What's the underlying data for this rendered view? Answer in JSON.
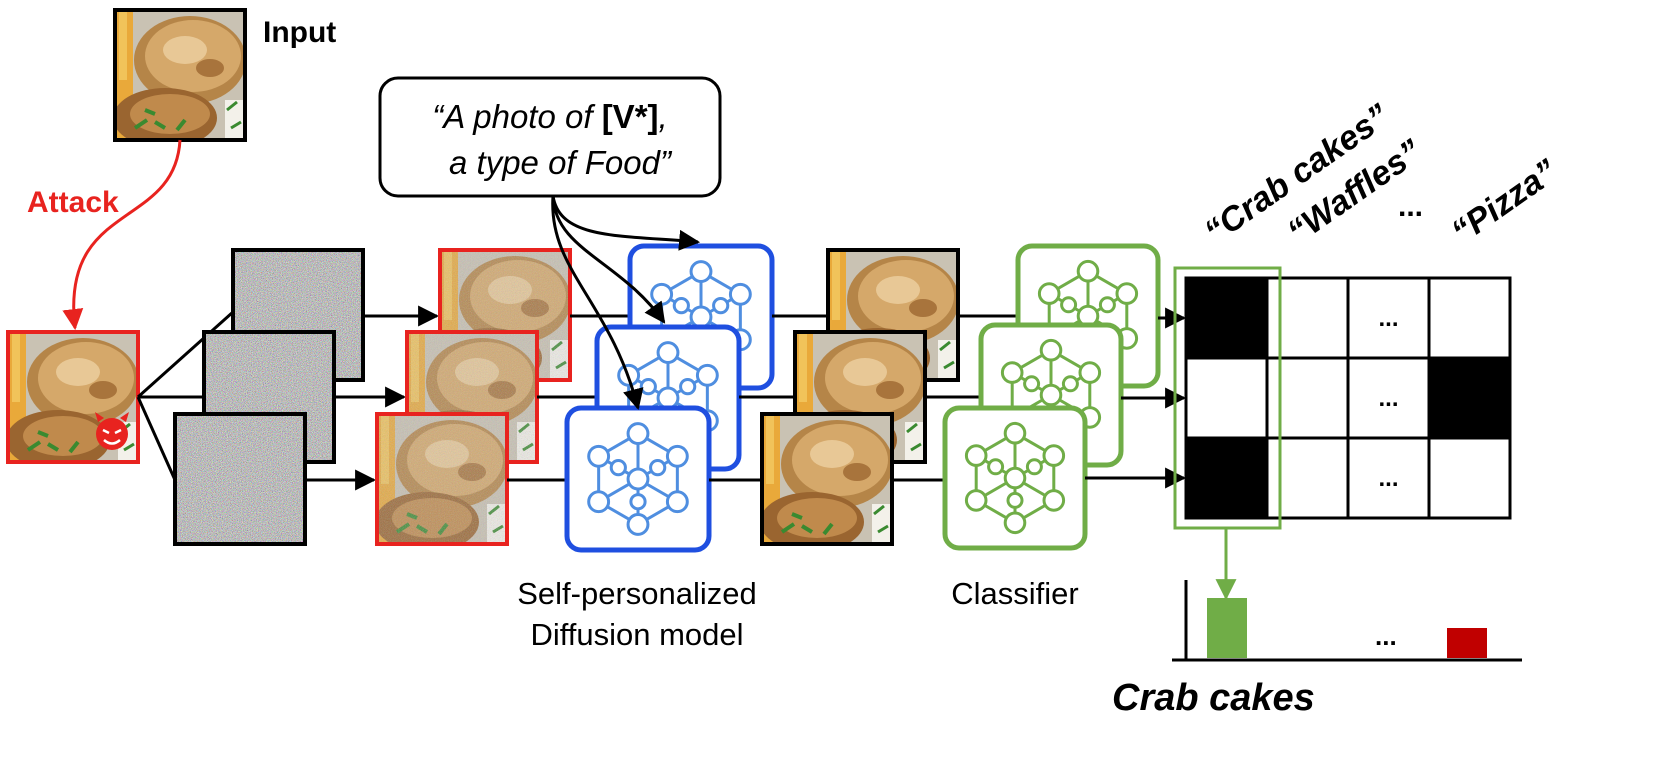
{
  "input_label": "Input",
  "attack_label": "Attack",
  "prompt": {
    "open_quote_text": "“A photo of ",
    "token": "[V*]",
    "comma": ",",
    "line2": "a type of Food”"
  },
  "diffusion_label": {
    "line1": "Self-personalized",
    "line2": "Diffusion model"
  },
  "classifier_label": "Classifier",
  "classes": [
    "“Crab cakes”",
    "“Waffles”",
    "...",
    "“Pizza”"
  ],
  "grid_ellipsis": "...",
  "bar_ellipsis": "...",
  "prediction": "Crab cakes",
  "vote_grid": [
    [
      1,
      0,
      0,
      0
    ],
    [
      0,
      0,
      0,
      1
    ],
    [
      1,
      0,
      0,
      0
    ]
  ],
  "votes": {
    "crab_cakes": 2,
    "pizza": 1
  },
  "colors": {
    "attack_red": "#e8231f",
    "diffusion_blue": "#1f4fe0",
    "net_blue": "#4f8ee0",
    "classifier_green": "#70ad47",
    "bar_green": "#70ad47",
    "bar_red": "#c00000"
  },
  "icons": {
    "devil": "devil-face-icon",
    "network": "neural-network-icon"
  }
}
